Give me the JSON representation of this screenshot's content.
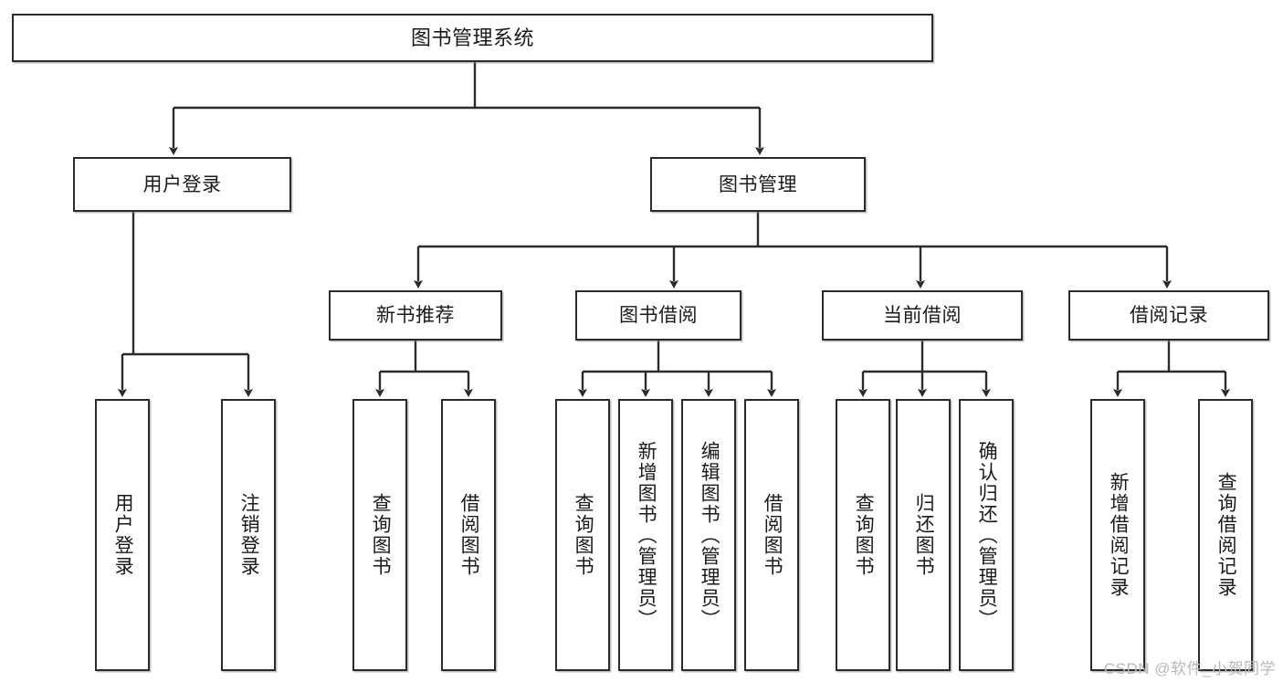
{
  "diagram": {
    "type": "tree-hierarchy",
    "title": "图书管理系统",
    "root": {
      "id": "root",
      "label": "图书管理系统"
    },
    "level2": [
      {
        "id": "user-login",
        "label": "用户登录"
      },
      {
        "id": "book-manage",
        "label": "图书管理"
      }
    ],
    "level3": [
      {
        "id": "new-book-rec",
        "label": "新书推荐"
      },
      {
        "id": "book-borrow",
        "label": "图书借阅"
      },
      {
        "id": "current-borrow",
        "label": "当前借阅"
      },
      {
        "id": "borrow-record",
        "label": "借阅记录"
      }
    ],
    "leaves": {
      "user_login": [
        {
          "id": "leaf-user-login",
          "label": "用户登录"
        },
        {
          "id": "leaf-logout",
          "label": "注销登录"
        }
      ],
      "new_book_rec": [
        {
          "id": "leaf-query-book-1",
          "label": "查询图书"
        },
        {
          "id": "leaf-borrow-book-1",
          "label": "借阅图书"
        }
      ],
      "book_borrow": [
        {
          "id": "leaf-query-book-2",
          "label": "查询图书"
        },
        {
          "id": "leaf-add-book",
          "label": "新增图书（管理员）"
        },
        {
          "id": "leaf-edit-book",
          "label": "编辑图书（管理员）"
        },
        {
          "id": "leaf-borrow-book-2",
          "label": "借阅图书"
        }
      ],
      "current_borrow": [
        {
          "id": "leaf-query-book-3",
          "label": "查询图书"
        },
        {
          "id": "leaf-return-book",
          "label": "归还图书"
        },
        {
          "id": "leaf-confirm-return",
          "label": "确认归还（管理员）"
        }
      ],
      "borrow_record": [
        {
          "id": "leaf-add-record",
          "label": "新增借阅记录"
        },
        {
          "id": "leaf-query-record",
          "label": "查询借阅记录"
        }
      ]
    }
  },
  "watermark": {
    "text": "CSDN @软件_小贺同学"
  },
  "colors": {
    "box_border": "#2b2b2b",
    "box_fill": "#ffffff",
    "line": "#2b2b2b",
    "text": "#1a1a1a",
    "watermark": "#b9b9b9",
    "background": "#ffffff"
  }
}
